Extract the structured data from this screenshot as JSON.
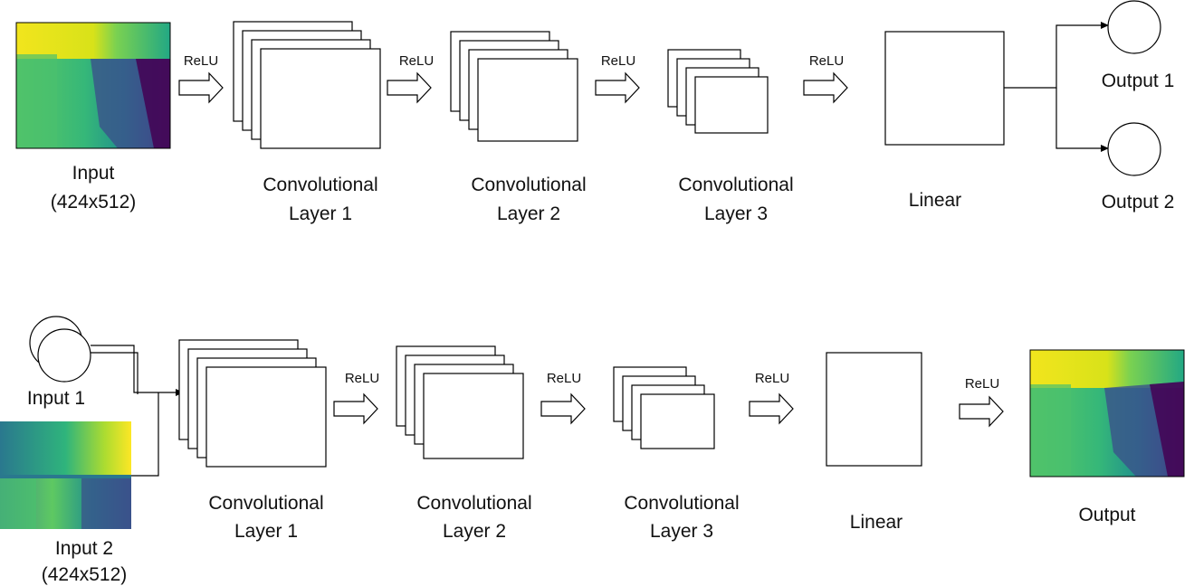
{
  "top_row": {
    "input": {
      "line1": "Input",
      "line2": "(424x512)"
    },
    "relu_labels": [
      "ReLU",
      "ReLU",
      "ReLU",
      "ReLU"
    ],
    "conv_layers": [
      {
        "line1": "Convolutional",
        "line2": "Layer 1"
      },
      {
        "line1": "Convolutional",
        "line2": "Layer 2"
      },
      {
        "line1": "Convolutional",
        "line2": "Layer 3"
      }
    ],
    "linear": "Linear",
    "outputs": [
      "Output 1",
      "Output 2"
    ]
  },
  "bottom_row": {
    "input1": "Input 1",
    "input2": {
      "line1": "Input 2",
      "line2": "(424x512)"
    },
    "relu_labels": [
      "ReLU",
      "ReLU",
      "ReLU",
      "ReLU"
    ],
    "conv_layers": [
      {
        "line1": "Convolutional",
        "line2": "Layer 1"
      },
      {
        "line1": "Convolutional",
        "line2": "Layer 2"
      },
      {
        "line1": "Convolutional",
        "line2": "Layer 3"
      }
    ],
    "linear": "Linear",
    "output": "Output"
  },
  "colors": {
    "viridis_yellow": "#f5e61e",
    "viridis_green": "#5ec962",
    "viridis_teal": "#21918c",
    "viridis_blue": "#3b528b",
    "viridis_purple": "#440154"
  }
}
